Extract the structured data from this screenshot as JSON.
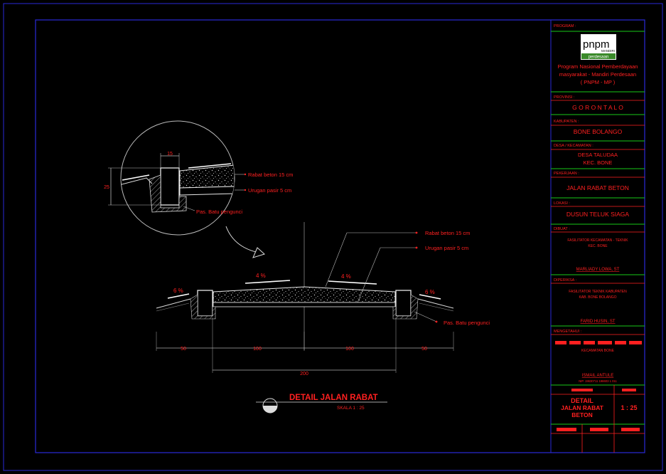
{
  "colors": {
    "background": "#000000",
    "frame": "#2a2ad8",
    "red": "#ff2020",
    "green": "#18c818",
    "white": "#e8e8e8",
    "grey": "#909090",
    "yellow": "#d8d840"
  },
  "title_block": {
    "program_label": "PROGRAM :",
    "logo_text": "pnpm",
    "logo_sub_top": "MANDIRI",
    "logo_sub_bottom": "perdesaan",
    "program_name_lines": [
      "Program Nasional Pemberdayaan",
      "masyarakat - Mandiri Perdesaan",
      "( PNPM - MP )"
    ],
    "province_label": "PROVINSI :",
    "province": "G O R O N T A L O",
    "regency_label": "KABUPATEN :",
    "regency": "BONE BOLANGO",
    "village_label": "DESA / KECAMATAN :",
    "village_lines": [
      "DESA  TALUDAA",
      "KEC. BONE"
    ],
    "work_label": "PEKERJAAN :",
    "work": "JALAN RABAT BETON",
    "location_label": "LOKASI :",
    "location": "DUSUN TELUK SIAGA",
    "made_by_label": "DIBUAT :",
    "made_by_role_lines": [
      "FASILITATOR KECAMATAN - TEKNIK",
      "KEC. BONE"
    ],
    "made_by_name": "MARLIADY LOWA, ST",
    "checked_label": "DIPERIKSA :",
    "checked_role_lines": [
      "FASILITATOR TEKNIK KABUPATEN",
      "KAB. BONE BOLANGO"
    ],
    "checked_name": "FARID HUSIN, ST",
    "approved_label": "MENGETAHUI :",
    "approved_role": "KECAMATAN BONE",
    "approved_name": "ISMAIL ANTULE",
    "approved_nip": "NIP. 19630711 198603 1 011",
    "drawing_title_lines": [
      "DETAIL",
      "JALAN RABAT",
      "BETON"
    ],
    "scale": "1 : 25"
  },
  "drawing": {
    "title": "DETAIL JALAN RABAT",
    "scale_label": "SKALA 1 : 25",
    "detail_callouts": [
      "Rabat beton 15 cm",
      "Urugan pasir 5 cm",
      "Pas. Batu pengunci"
    ],
    "detail_dims": [
      "15",
      "25"
    ],
    "main_callouts": [
      "Rabat beton 15 cm",
      "Urugan pasir 5 cm",
      "Pas. Batu pengunci"
    ],
    "slopes": [
      "6 %",
      "4 %",
      "4 %",
      "6 %"
    ],
    "dims_bottom": [
      "50",
      "100",
      "100",
      "50"
    ],
    "dim_total": "200"
  }
}
